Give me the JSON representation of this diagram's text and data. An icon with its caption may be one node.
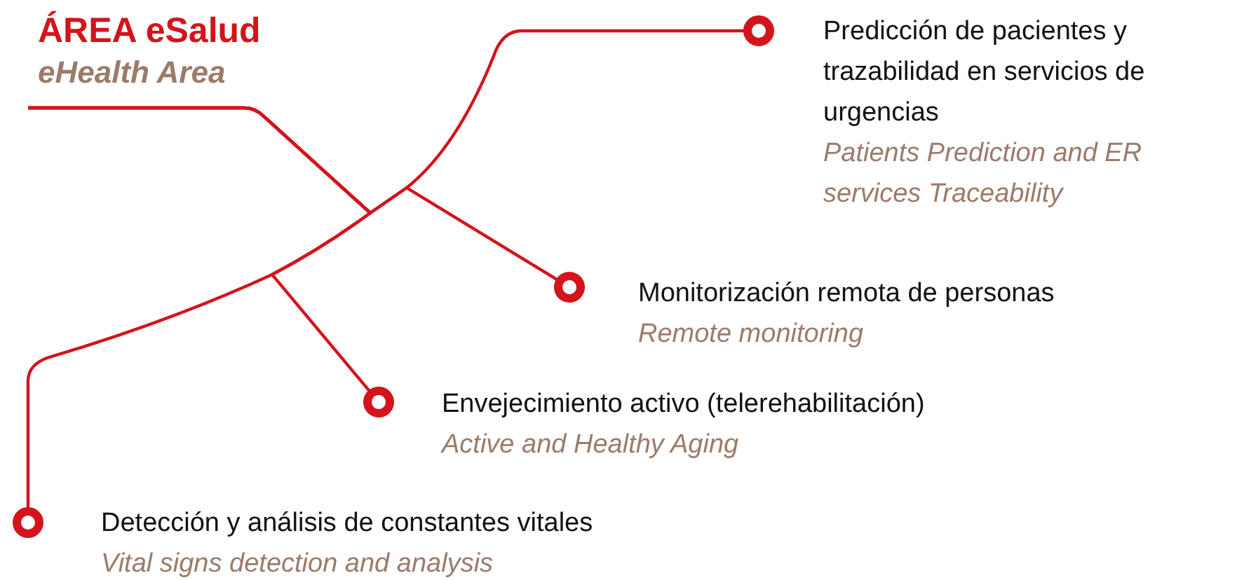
{
  "diagram": {
    "nodes": [
      {
        "text": [
          "ÁREA eSalud",
          "eHealth Area"
        ]
      },
      {
        "text": [
          "Predicción de pacientes y trazabilidad en servicios de urgencias",
          "Patients Prediction and ER services Traceability"
        ]
      },
      {
        "text": [
          "Monitorización remota de personas",
          "Remote monitoring"
        ]
      },
      {
        "text": [
          "Envejecimiento activo (telerehabilitación)",
          "Active and Healthy Aging"
        ]
      },
      {
        "text": [
          "Detección y análisis de constantes vitales",
          "Vital signs detection and analysis"
        ]
      }
    ],
    "edges": [
      {
        "from": 0,
        "to": 1,
        "arrow": "other"
      },
      {
        "from": 0,
        "to": 2,
        "arrow": "other"
      },
      {
        "from": 0,
        "to": 3,
        "arrow": "other"
      },
      {
        "from": 0,
        "to": 4,
        "arrow": "other"
      }
    ]
  }
}
